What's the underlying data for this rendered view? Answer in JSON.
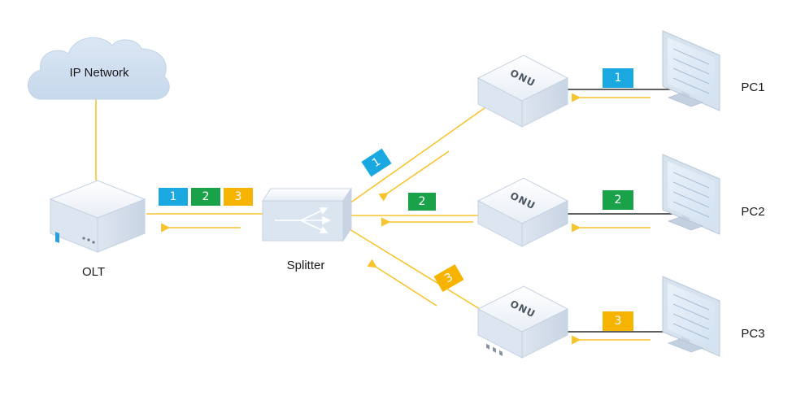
{
  "labels": {
    "cloud": "IP Network",
    "olt": "OLT",
    "splitter": "Splitter",
    "onu": "ONU",
    "pc1": "PC1",
    "pc2": "PC2",
    "pc3": "PC3"
  },
  "packets": {
    "p1": "1",
    "p2": "2",
    "p3": "3"
  },
  "colors": {
    "fiber": "#f7c42e",
    "packet_1": "#19a8e0",
    "packet_2": "#1aa24a",
    "packet_3": "#f6b400",
    "device_body": "#dfe7f1",
    "cloud": "#cfdff0"
  },
  "icons": [
    "cloud-icon",
    "olt-device-icon",
    "splitter-device-icon",
    "onu-device-icon",
    "monitor-icon"
  ]
}
